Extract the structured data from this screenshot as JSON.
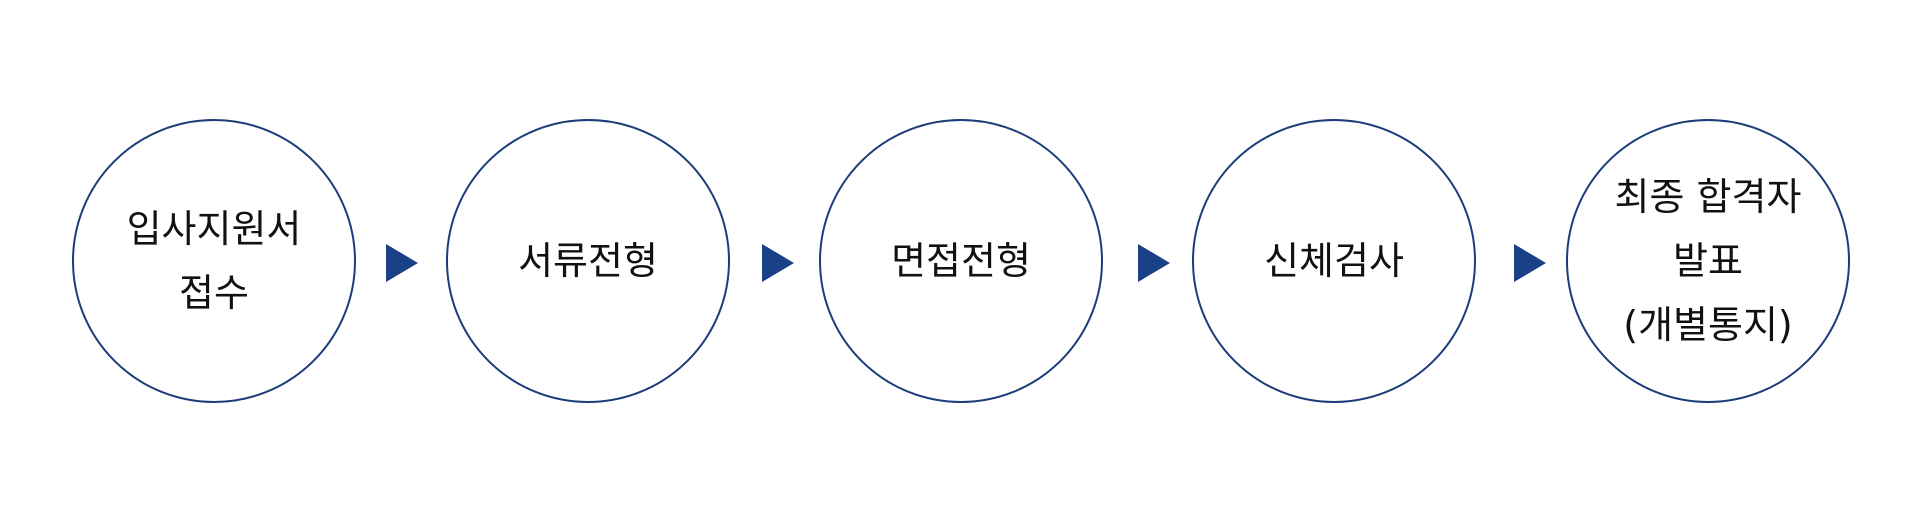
{
  "colors": {
    "circle_border": "#1c3d7a",
    "arrow_fill": "#1a4086",
    "text": "#111111"
  },
  "steps": [
    {
      "lines": [
        "입사지원서",
        "접수"
      ]
    },
    {
      "lines": [
        "서류전형"
      ]
    },
    {
      "lines": [
        "면접전형"
      ]
    },
    {
      "lines": [
        "신체검사"
      ]
    },
    {
      "lines": [
        "최종 합격자",
        "발표",
        "(개별통지)"
      ]
    }
  ],
  "arrows": [
    "arrow-right-icon",
    "arrow-right-icon",
    "arrow-right-icon",
    "arrow-right-icon"
  ]
}
